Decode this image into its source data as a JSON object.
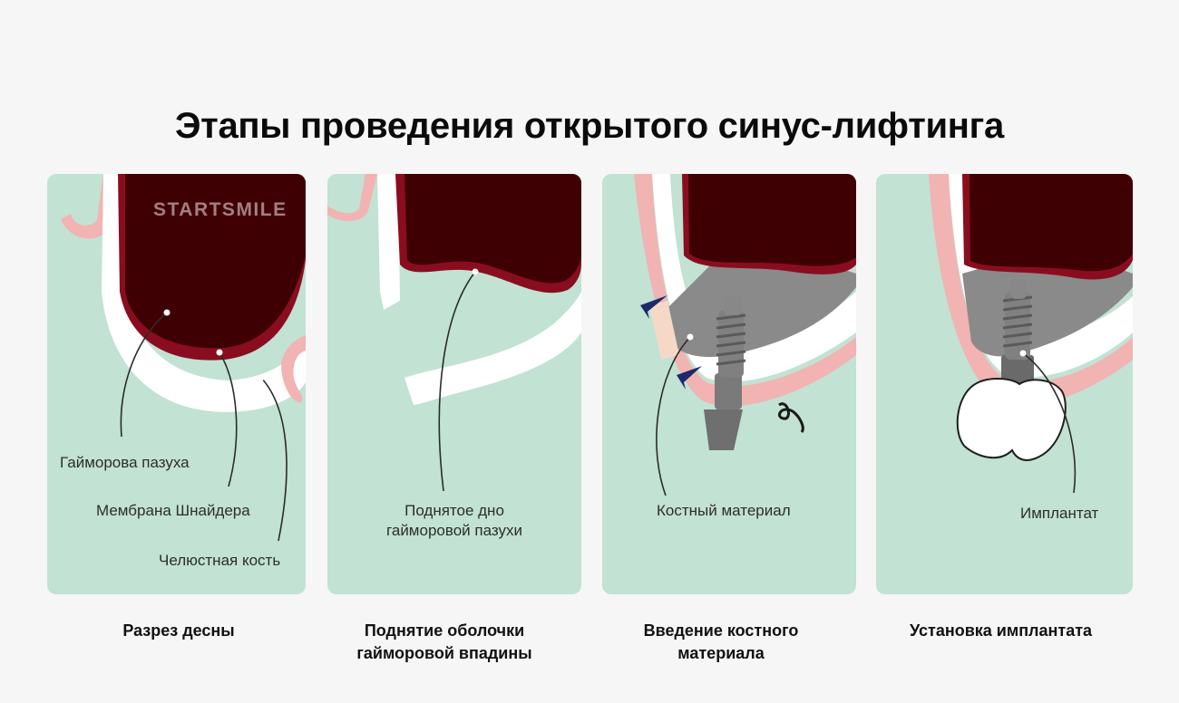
{
  "title": "Этапы проведения открытого синус-лифтинга",
  "brand": "STARTSMILE",
  "colors": {
    "panel_bg": "#c2e2d3",
    "sinus_fill": "#3f0004",
    "membrane": "#8a0d1f",
    "gum": "#f2b3b3",
    "bone": "#ffffff",
    "bone_graft": "#8a8a8a",
    "implant": "#6f6f6f",
    "accent_arrow": "#1c2a6b"
  },
  "panels": [
    {
      "labels": [
        "Гайморова пазуха",
        "Мембрана Шнайдера",
        "Челюстная кость"
      ],
      "caption": "Разрез десны"
    },
    {
      "labels": [
        "Поднятое дно\nгайморовой пазухи"
      ],
      "caption": "Поднятие оболочки\nгайморовой впадины"
    },
    {
      "labels": [
        "Костный материал"
      ],
      "caption": "Введение костного\nматериала"
    },
    {
      "labels": [
        "Имплантат"
      ],
      "caption": "Установка имплантата"
    }
  ]
}
